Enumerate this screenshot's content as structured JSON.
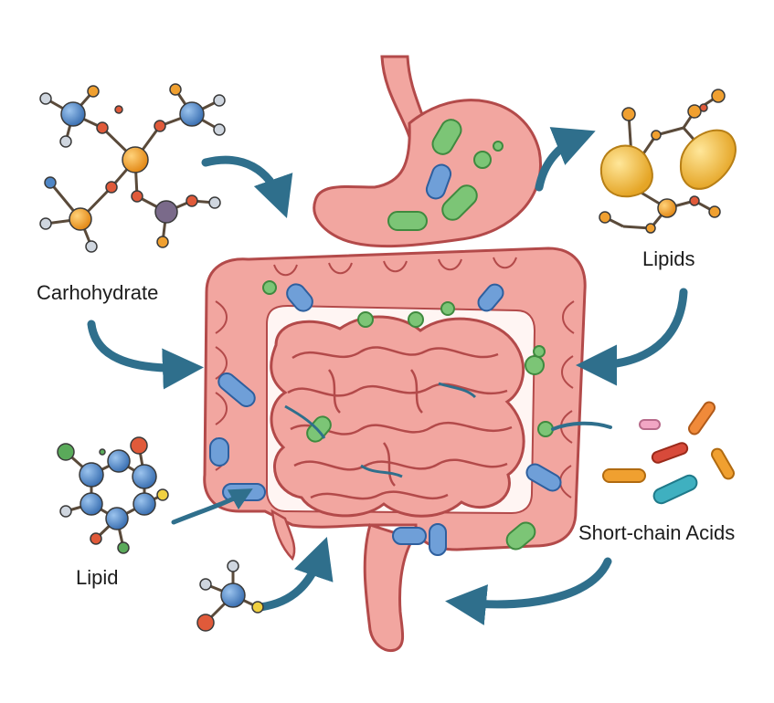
{
  "labels": {
    "carbohydrate": "Carhohydrate",
    "lipids": "Lipids",
    "lipid": "Lipid",
    "short_chain_acids": "Short-chain Acids"
  },
  "colors": {
    "gut_fill": "#f2a6a0",
    "gut_outline": "#b34a4a",
    "arrow": "#2f6f8c",
    "bacteria_green": "#7cc576",
    "bacteria_blue": "#6f9fd8",
    "atom_blue": "#4f86c6",
    "atom_orange": "#f0a030",
    "bond": "#5a4a3a"
  },
  "icons": [
    "stomach",
    "small-intestine",
    "large-intestine",
    "rectum",
    "gut-bacteria",
    "carbohydrate-molecule",
    "lipid-molecule",
    "lipid-droplets",
    "short-chain-acid-rods",
    "flow-arrow"
  ]
}
